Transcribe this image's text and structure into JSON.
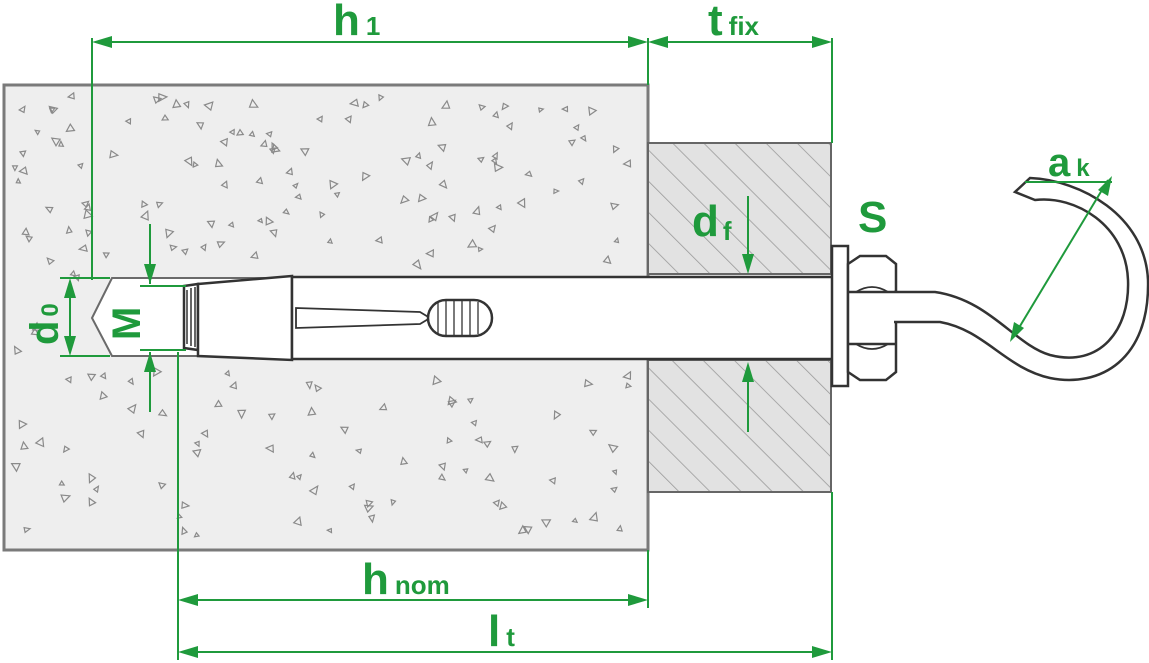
{
  "colors": {
    "dimension": "#1f9a3c",
    "outline": "#4a4a4a",
    "concrete_fill": "#eeeeee",
    "fixture_fill": "#e2e2e2",
    "hatch": "#9a9a9a",
    "background": "#ffffff"
  },
  "labels": {
    "h1_main": "h",
    "h1_sub": "1",
    "tfix_main": "t",
    "tfix_sub": "fix",
    "df_main": "d",
    "df_sub": "f",
    "s_main": "S",
    "ak_main": "a",
    "ak_sub": "k",
    "d0_main": "d",
    "d0_sub": "0",
    "m_main": "M",
    "hnom_main": "h",
    "hnom_sub": "nom",
    "lt_main": "l",
    "lt_sub": "t"
  }
}
